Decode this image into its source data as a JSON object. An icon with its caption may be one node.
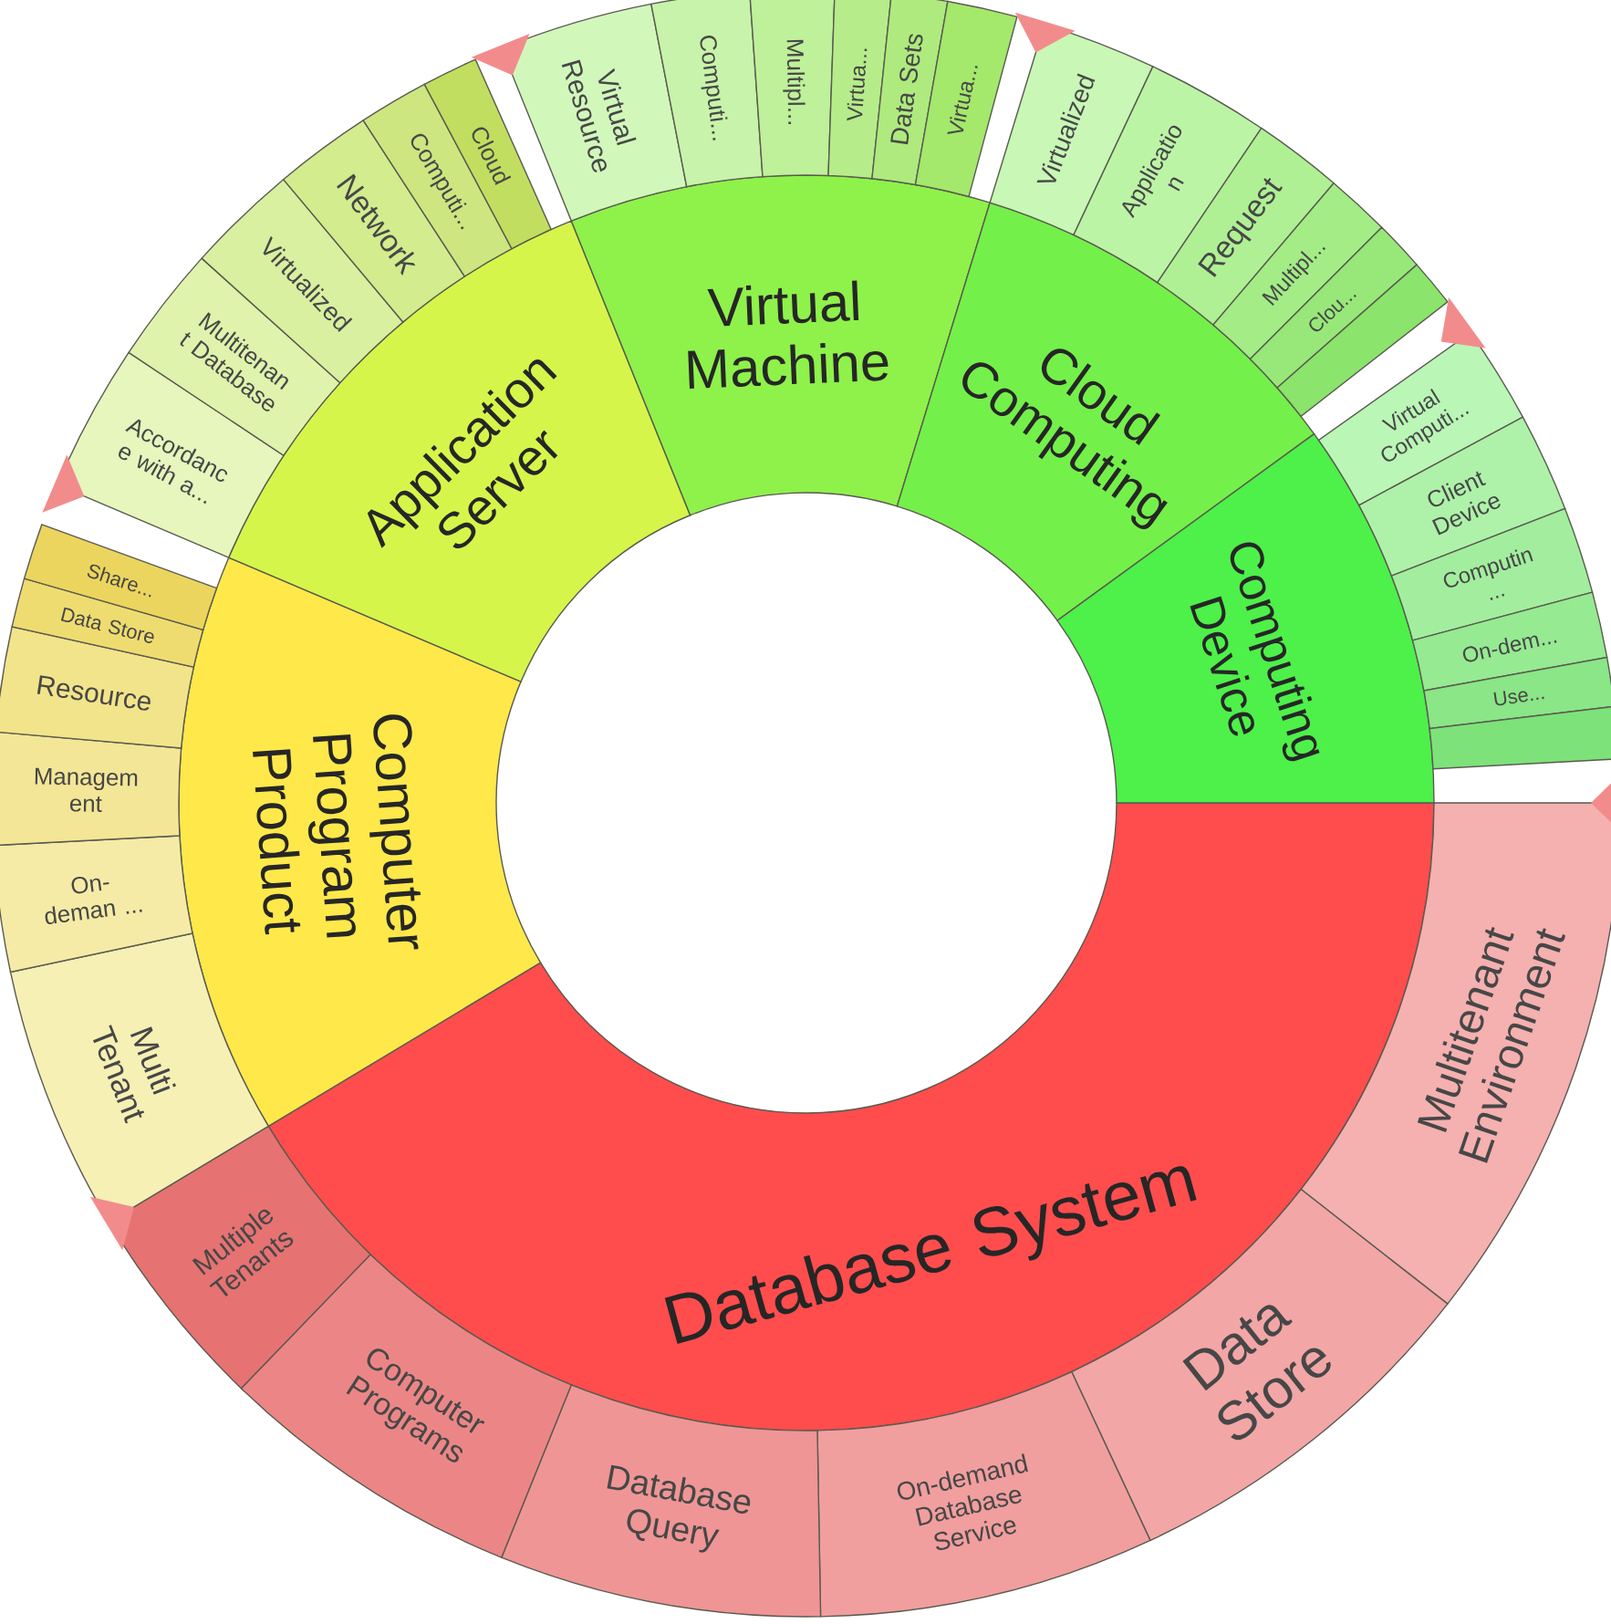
{
  "diagram": {
    "nodes": [
      {
        "text": [
          "Database System"
        ]
      },
      {
        "text": [
          "Multitenant Environment"
        ]
      },
      {
        "text": [
          "Data Store"
        ]
      },
      {
        "text": [
          "On-demand Database Service"
        ]
      },
      {
        "text": [
          "Database Query"
        ]
      },
      {
        "text": [
          "Computer Programs"
        ]
      },
      {
        "text": [
          "Multiple Tenants"
        ]
      },
      {
        "text": [
          "Computer Program Product"
        ]
      },
      {
        "text": [
          "Multi Tenant"
        ]
      },
      {
        "text": [
          "On-deman ..."
        ]
      },
      {
        "text": [
          "Managem ent"
        ]
      },
      {
        "text": [
          "Resource"
        ]
      },
      {
        "text": [
          "Data Store"
        ]
      },
      {
        "text": [
          "Share..."
        ]
      },
      {
        "text": [
          "Application Server"
        ]
      },
      {
        "text": [
          "Accordanc e with a..."
        ]
      },
      {
        "text": [
          "Multitenan t Database"
        ]
      },
      {
        "text": [
          "Virtualized"
        ]
      },
      {
        "text": [
          "Network"
        ]
      },
      {
        "text": [
          "Computi..."
        ]
      },
      {
        "text": [
          "Cloud"
        ]
      },
      {
        "text": [
          "Virtual Machine"
        ]
      },
      {
        "text": [
          "Virtual Resource"
        ]
      },
      {
        "text": [
          "Computi..."
        ]
      },
      {
        "text": [
          "Multipl..."
        ]
      },
      {
        "text": [
          "Virtua..."
        ]
      },
      {
        "text": [
          "Data Sets"
        ]
      },
      {
        "text": [
          "Virtua..."
        ]
      },
      {
        "text": [
          "Cloud Computing"
        ]
      },
      {
        "text": [
          "Virtualized"
        ]
      },
      {
        "text": [
          "Applicatio n"
        ]
      },
      {
        "text": [
          "Request"
        ]
      },
      {
        "text": [
          "Multipl..."
        ]
      },
      {
        "text": [
          "Clou..."
        ]
      },
      {
        "text": [],
        "shape": "box"
      },
      {
        "text": [
          "Computing Device"
        ]
      },
      {
        "text": [
          "Virtual Computi..."
        ]
      },
      {
        "text": [
          "Client Device"
        ]
      },
      {
        "text": [
          "Computin ..."
        ]
      },
      {
        "text": [
          "On-dem..."
        ]
      },
      {
        "text": [
          "Use..."
        ]
      },
      {
        "text": [],
        "shape": "box"
      }
    ]
  }
}
